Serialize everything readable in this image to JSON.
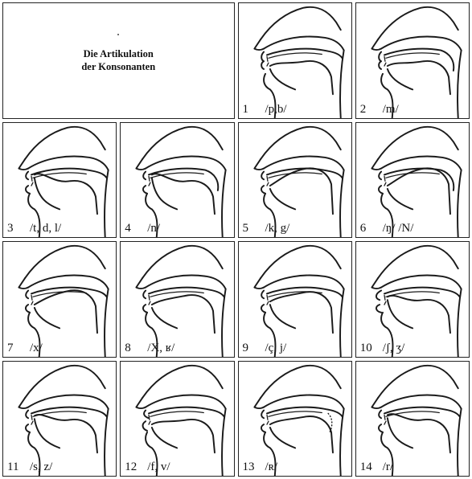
{
  "title": {
    "line1": "Die Artikulation",
    "line2": "der Konsonanten"
  },
  "panels": [
    {
      "number": "1",
      "sound": "/p,b/",
      "view": "lips-closed"
    },
    {
      "number": "2",
      "sound": "/m/",
      "view": "lips-closed-nasal"
    },
    {
      "number": "3",
      "sound": "/t, d, l/",
      "view": "tongue-tip-alveolar"
    },
    {
      "number": "4",
      "sound": "/n/",
      "view": "tongue-tip-alveolar-nasal"
    },
    {
      "number": "5",
      "sound": "/k, g/",
      "view": "tongue-back-velar"
    },
    {
      "number": "6",
      "sound": "/ŋ/ /N/",
      "view": "tongue-back-velar-nasal"
    },
    {
      "number": "7",
      "sound": "/x/",
      "view": "tongue-back-fricative"
    },
    {
      "number": "8",
      "sound": "/X, ʁ/",
      "view": "uvular-fricative"
    },
    {
      "number": "9",
      "sound": "/ç, j/",
      "view": "palatal-fricative"
    },
    {
      "number": "10",
      "sound": "/ʃ, ʒ/",
      "view": "postalveolar-fricative"
    },
    {
      "number": "11",
      "sound": "/s, z/",
      "view": "alveolar-fricative"
    },
    {
      "number": "12",
      "sound": "/f, v/",
      "view": "labiodental-fricative"
    },
    {
      "number": "13",
      "sound": "/ʀ/",
      "view": "uvular-trill"
    },
    {
      "number": "14",
      "sound": "/r/",
      "view": "alveolar-trill"
    }
  ]
}
